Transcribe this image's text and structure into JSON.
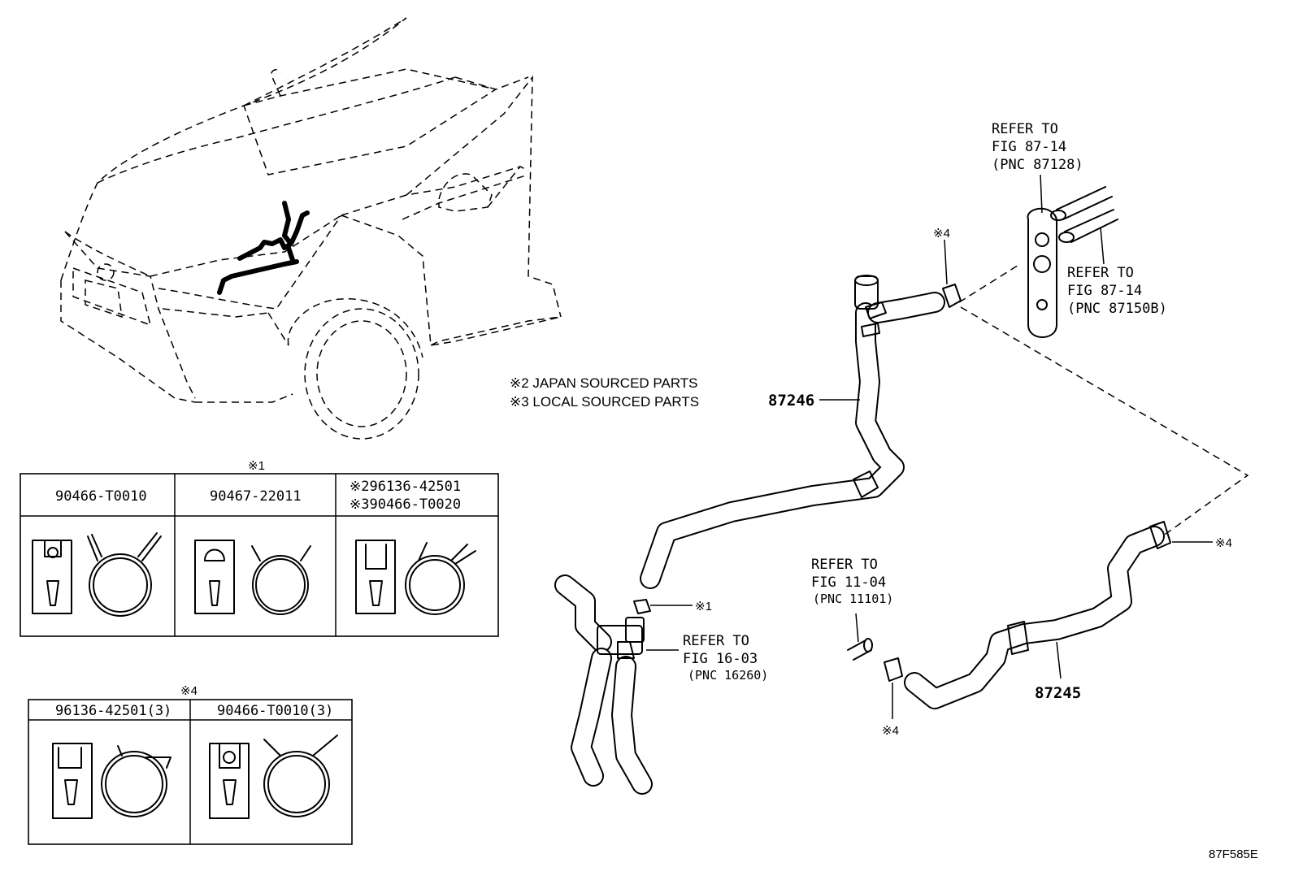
{
  "notes": {
    "japan": "※2 JAPAN SOURCED PARTS",
    "local": "※3 LOCAL SOURCED PARTS"
  },
  "table1": {
    "marker": "※1",
    "headers": [
      "90466-T0010",
      "90467-22011",
      "※296136-42501",
      "※390466-T0020"
    ]
  },
  "table4": {
    "marker": "※4",
    "headers": [
      "96136-42501(3)",
      "90466-T0010(3)"
    ]
  },
  "callouts": {
    "top_refer_title": "REFER TO",
    "top_refer_fig": "FIG 87-14",
    "top_refer_pnc": "(PNC 87128)",
    "right_refer_title": "REFER TO",
    "right_refer_fig": "FIG 87-14",
    "right_refer_pnc": "(PNC 87150B)",
    "mid_refer_title": "REFER TO",
    "mid_refer_fig": "FIG 11-04",
    "mid_refer_pnc": "(PNC 11101)",
    "low_refer_title": "REFER TO",
    "low_refer_fig": "FIG 16-03",
    "low_refer_pnc": "(PNC 16260)"
  },
  "markers": {
    "clamp_top": "※4",
    "clamp_right": "※4",
    "clamp_bottom": "※4",
    "clip_lower": "※1"
  },
  "parts": {
    "hose_upper": "87246",
    "hose_lower": "87245"
  },
  "figure_code": "87F585E"
}
